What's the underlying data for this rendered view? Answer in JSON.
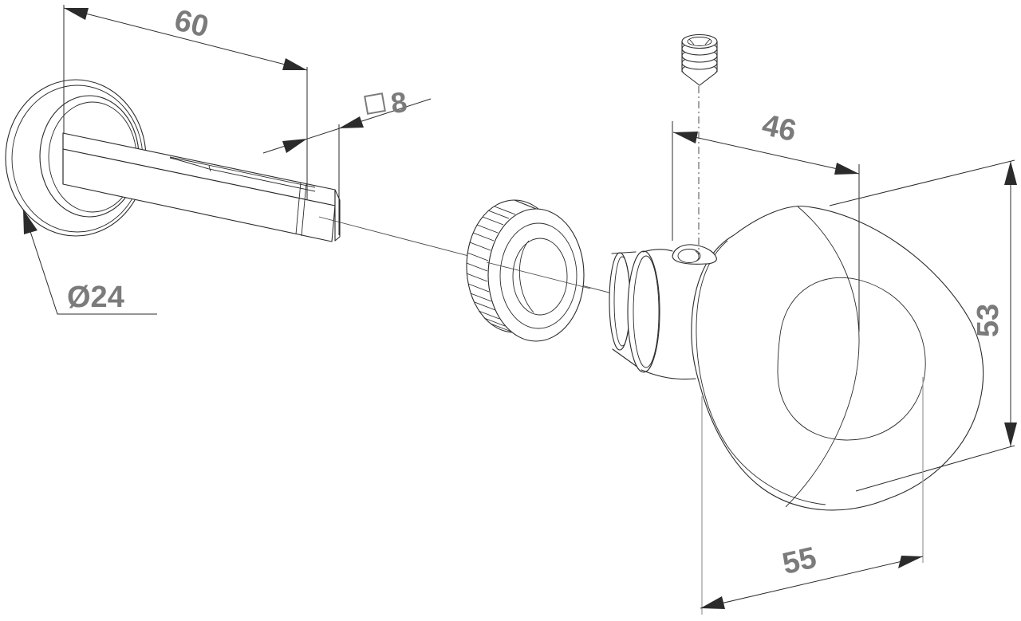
{
  "drawing": {
    "type": "technical-dimension-drawing",
    "subject": "door-knob exploded assembly (rose with square spindle, knurled ring, set screw, knob)",
    "units_implied": "mm",
    "colors": {
      "background": "#ffffff",
      "line": "#2b2b2b",
      "dim_text": "#7b7b7b",
      "extension_gray": "#a8a8a8"
    },
    "dimensions": {
      "spindle_length": {
        "label": "60"
      },
      "spindle_square": {
        "label": "8",
        "symbol": "square-section"
      },
      "rose_diameter": {
        "label": "Ø24"
      },
      "knob_depth": {
        "label": "46"
      },
      "knob_height": {
        "label": "53"
      },
      "knob_width": {
        "label": "55"
      }
    },
    "components": [
      {
        "name": "rose-flange-with-square-spindle"
      },
      {
        "name": "knurled-threaded-ring"
      },
      {
        "name": "set-screw"
      },
      {
        "name": "knob-with-neck-and-collar"
      }
    ]
  }
}
